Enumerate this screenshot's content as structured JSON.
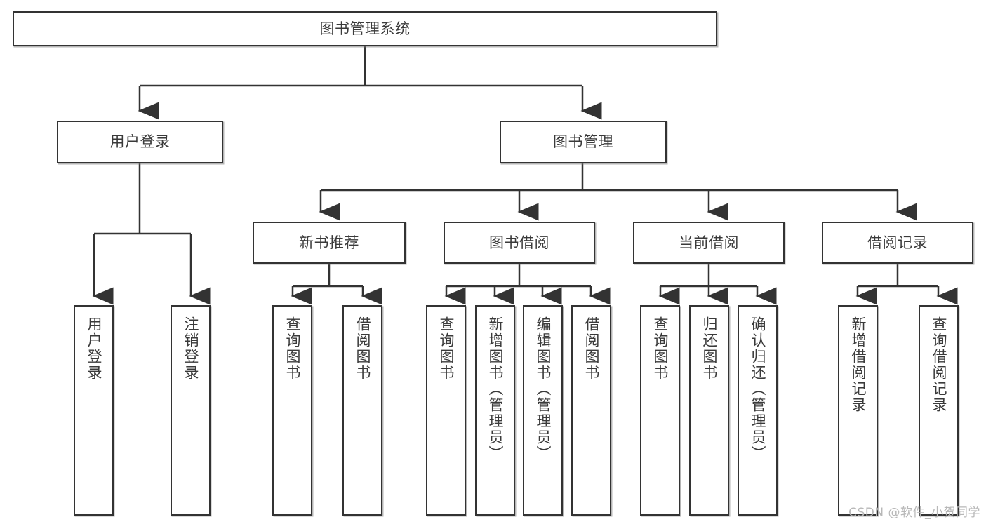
{
  "diagram": {
    "title": "图书管理系统",
    "watermark": "CSDN @软件_小贺同学",
    "stroke_color": "#333333",
    "text_color": "#3a3a3a",
    "background_color": "#ffffff",
    "root": {
      "label": "图书管理系统"
    },
    "level2": [
      {
        "label": "用户登录"
      },
      {
        "label": "图书管理"
      }
    ],
    "level3": [
      {
        "label": "新书推荐"
      },
      {
        "label": "图书借阅"
      },
      {
        "label": "当前借阅"
      },
      {
        "label": "借阅记录"
      }
    ],
    "leaves": {
      "user_login": [
        {
          "label": "用户登录"
        },
        {
          "label": "注销登录"
        }
      ],
      "new_book": [
        {
          "label": "查询图书"
        },
        {
          "label": "借阅图书"
        }
      ],
      "book_borrow": [
        {
          "label": "查询图书"
        },
        {
          "label": "新增图书（管理员）"
        },
        {
          "label": "编辑图书（管理员）"
        },
        {
          "label": "借阅图书"
        }
      ],
      "current_borrow": [
        {
          "label": "查询图书"
        },
        {
          "label": "归还图书"
        },
        {
          "label": "确认归还（管理员）"
        }
      ],
      "borrow_record": [
        {
          "label": "新增借阅记录"
        },
        {
          "label": "查询借阅记录"
        }
      ]
    }
  }
}
